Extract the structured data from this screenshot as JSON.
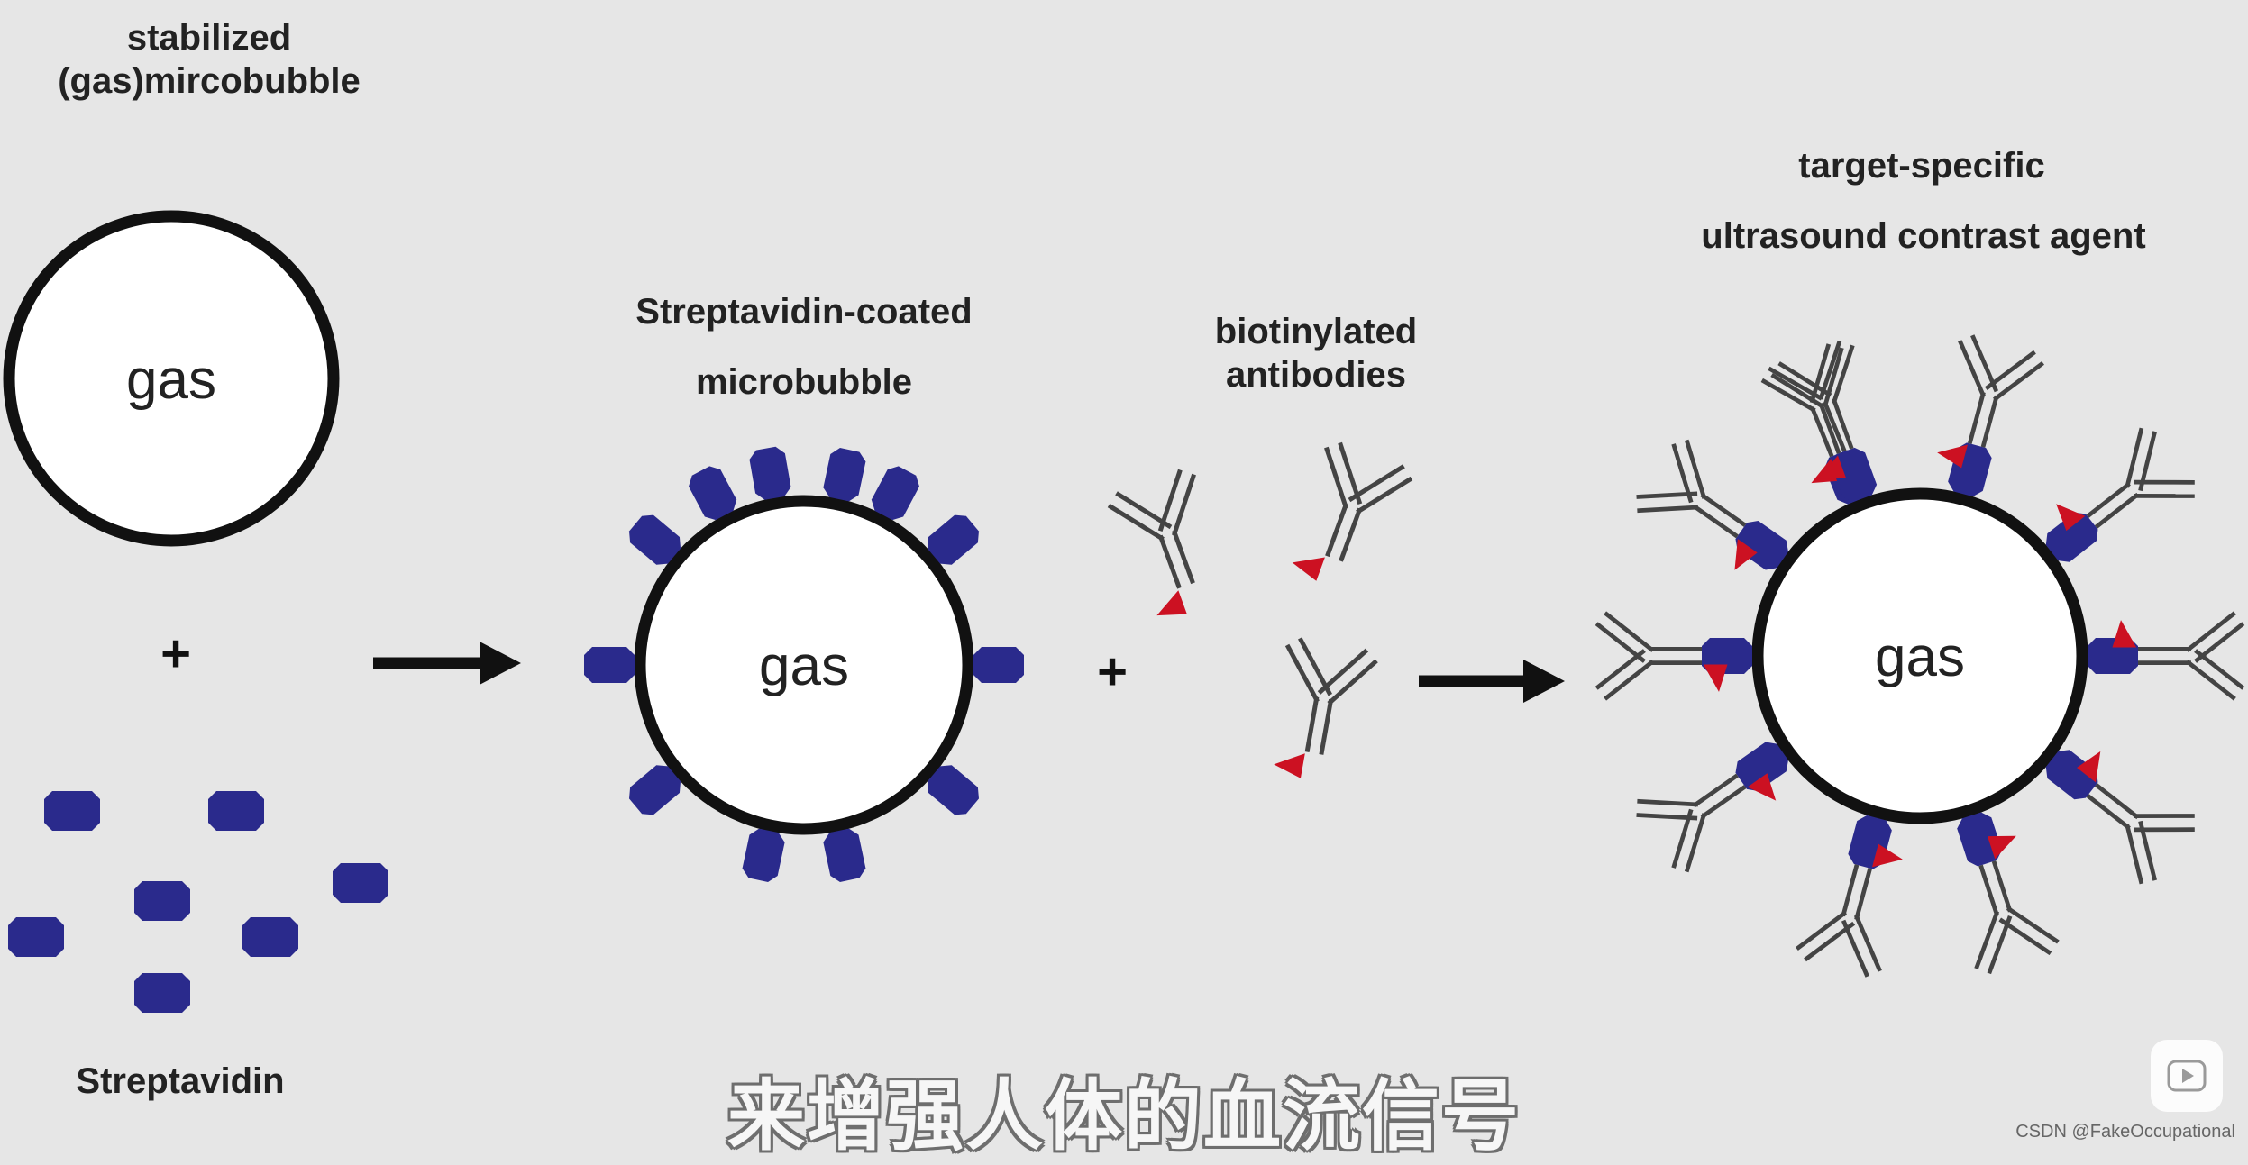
{
  "labels": {
    "stabilized_line1": "stabilized",
    "stabilized_line2": "(gas)mircobubble",
    "streptavidin": "Streptavidin",
    "coated_line1": "Streptavidin-coated",
    "coated_line2": "microbubble",
    "antibodies_line1": "biotinylated",
    "antibodies_line2": "antibodies",
    "target_line1": "target-specific",
    "target_line2": "ultrasound contrast agent",
    "gas": "gas",
    "plus": "+"
  },
  "subtitle": "来增强人体的血流信号",
  "watermark": "CSDN @FakeOccupational",
  "colors": {
    "background": "#e6e6e6",
    "streptavidin": "#2a2a8c",
    "biotin": "#cc1122",
    "antibody": "#444444",
    "bubble_outline": "#111111",
    "bubble_fill": "#ffffff"
  },
  "icons": {
    "play": "play-icon",
    "arrow": "arrow-right-icon"
  }
}
